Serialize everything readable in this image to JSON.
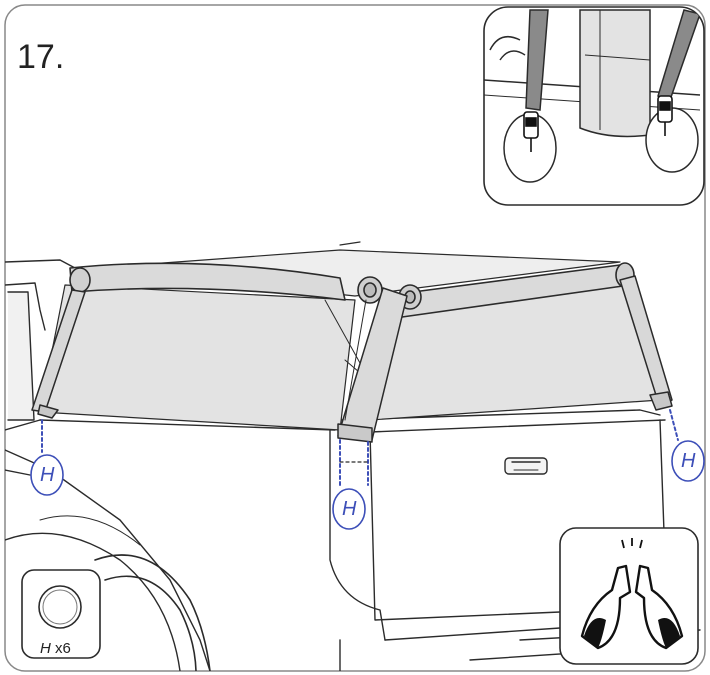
{
  "step": {
    "number": "17."
  },
  "callouts": {
    "h_label": "H"
  },
  "parts": {
    "letter": "H",
    "quantity": "x6"
  },
  "colors": {
    "line": "#2b2b2b",
    "callout": "#3d4fb8",
    "panel": "#e3e3e3",
    "bar": "#d9d9d9"
  },
  "icons": {
    "celebration": "cheers-bottles-icon",
    "hook": "hook-clip-icon"
  }
}
